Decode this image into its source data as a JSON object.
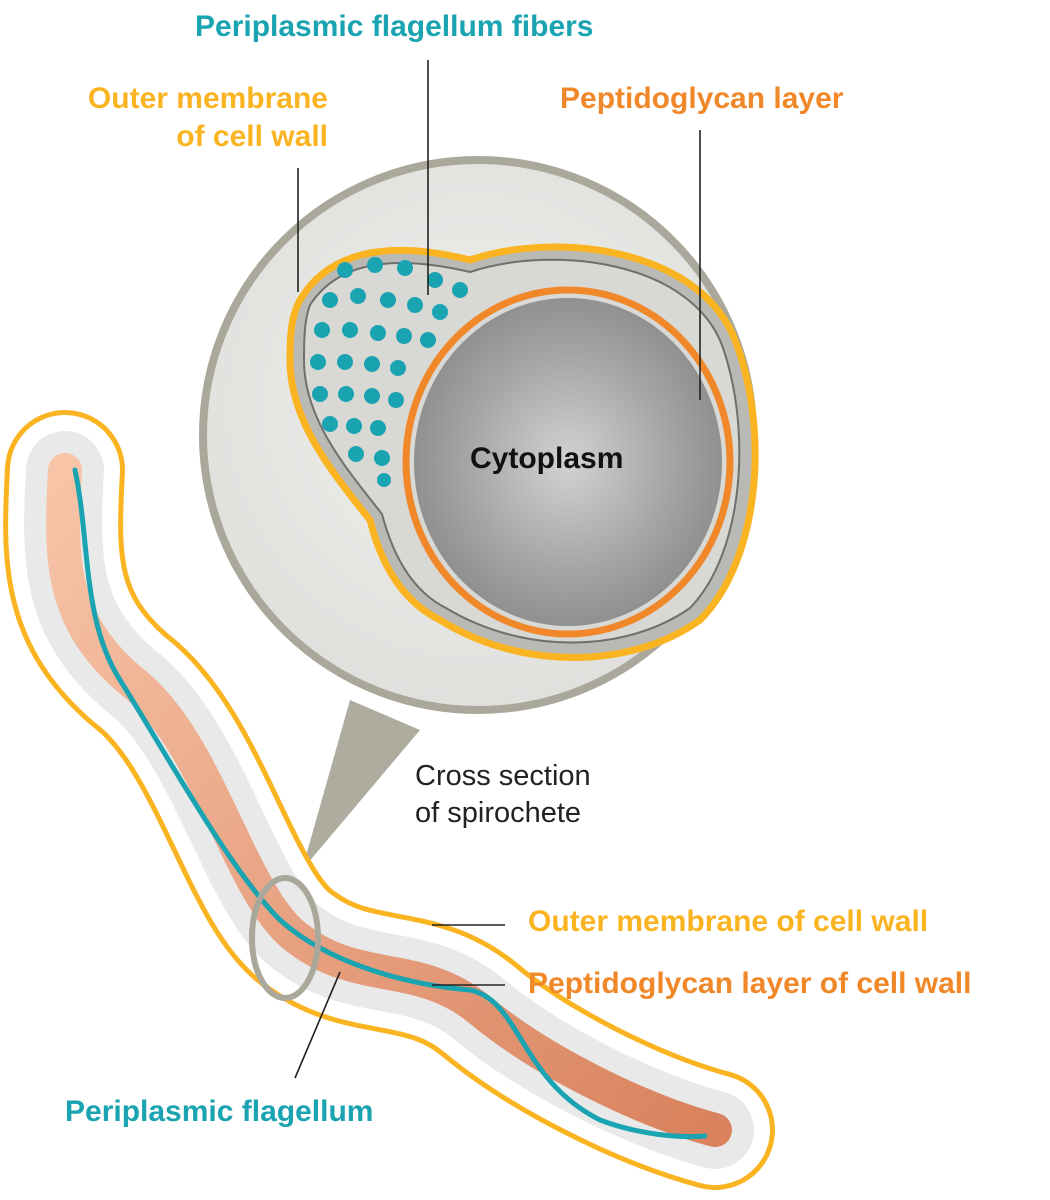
{
  "labels": {
    "flagellum_fibers": "Periplasmic flagellum fibers",
    "outer_membrane_top_line1": "Outer membrane",
    "outer_membrane_top_line2": "of cell wall",
    "peptidoglycan_top": "Peptidoglycan layer",
    "cytoplasm": "Cytoplasm",
    "cross_section_line1": "Cross section",
    "cross_section_line2": "of spirochete",
    "outer_membrane_bottom": "Outer membrane of cell wall",
    "peptidoglycan_bottom": "Peptidoglycan layer of cell wall",
    "flagellum": "Periplasmic flagellum"
  },
  "colors": {
    "teal": "#1aa3b1",
    "gold": "#fbb421",
    "orange": "#f0882a",
    "body_salmon": "#e9966f",
    "inset_ring": "#a9a89a",
    "cytoplasm_gray": "#9a9a9a"
  }
}
